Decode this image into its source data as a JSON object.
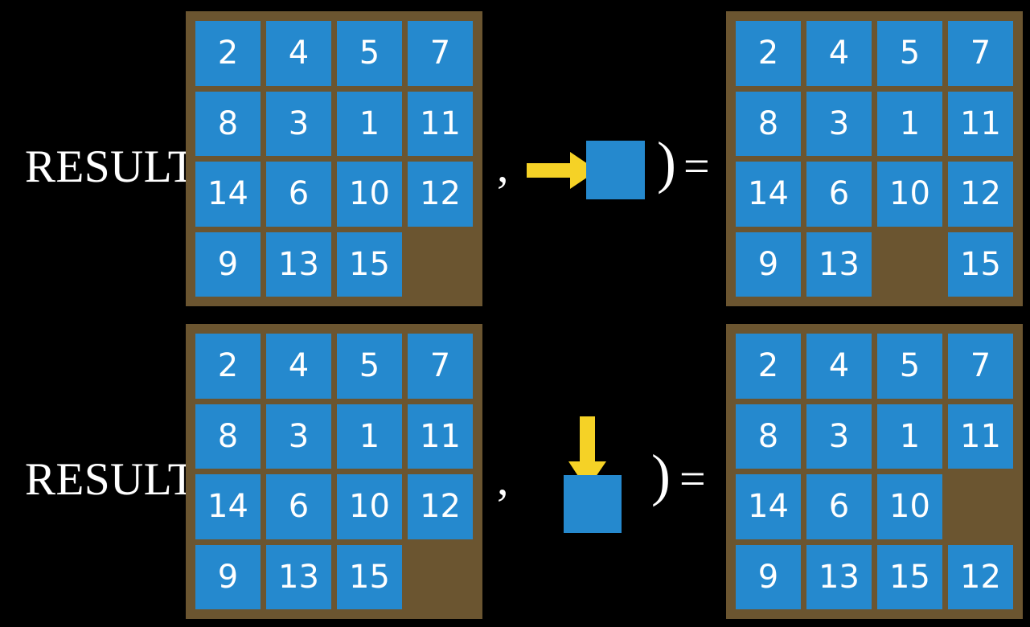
{
  "slide": {
    "background_color": "#000000",
    "tile_color": "#2589ce",
    "board_color": "#6b5530",
    "arrow_color": "#f5d226",
    "text_color": "#ffffff"
  },
  "rows": [
    {
      "id": "row-right-move",
      "label": "RESULT",
      "open_paren": "(",
      "comma": ",",
      "close_paren": ")",
      "equals": "=",
      "move": {
        "direction": "right",
        "arrow_icon": "arrow-right-icon",
        "square_label": ""
      },
      "input_board": {
        "caption": "4x4 sliding puzzle before move",
        "cells": [
          "2",
          "4",
          "5",
          "7",
          "8",
          "3",
          "1",
          "11",
          "14",
          "6",
          "10",
          "12",
          "9",
          "13",
          "15",
          ""
        ]
      },
      "output_board": {
        "caption": "4x4 sliding puzzle after move",
        "cells": [
          "2",
          "4",
          "5",
          "7",
          "8",
          "3",
          "1",
          "11",
          "14",
          "6",
          "10",
          "12",
          "9",
          "13",
          "",
          "15"
        ]
      }
    },
    {
      "id": "row-down-move",
      "label": "RESULT",
      "open_paren": "(",
      "comma": ",",
      "close_paren": ")",
      "equals": "=",
      "move": {
        "direction": "down",
        "arrow_icon": "arrow-down-icon",
        "square_label": ""
      },
      "input_board": {
        "caption": "4x4 sliding puzzle before move",
        "cells": [
          "2",
          "4",
          "5",
          "7",
          "8",
          "3",
          "1",
          "11",
          "14",
          "6",
          "10",
          "12",
          "9",
          "13",
          "15",
          ""
        ]
      },
      "output_board": {
        "caption": "4x4 sliding puzzle after move",
        "cells": [
          "2",
          "4",
          "5",
          "7",
          "8",
          "3",
          "1",
          "11",
          "14",
          "6",
          "10",
          "",
          "9",
          "13",
          "15",
          "12"
        ]
      }
    }
  ]
}
